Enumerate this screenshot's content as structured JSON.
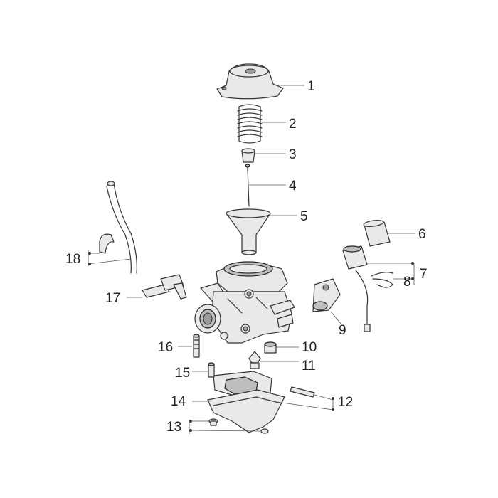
{
  "callouts": [
    {
      "id": "1",
      "text": "1"
    },
    {
      "id": "2",
      "text": "2"
    },
    {
      "id": "3",
      "text": "3"
    },
    {
      "id": "4",
      "text": "4"
    },
    {
      "id": "5",
      "text": "5"
    },
    {
      "id": "6",
      "text": "6"
    },
    {
      "id": "7",
      "text": "7"
    },
    {
      "id": "8",
      "text": "8"
    },
    {
      "id": "9",
      "text": "9"
    },
    {
      "id": "10",
      "text": "10"
    },
    {
      "id": "11",
      "text": "11"
    },
    {
      "id": "12",
      "text": "12"
    },
    {
      "id": "13",
      "text": "13"
    },
    {
      "id": "14",
      "text": "14"
    },
    {
      "id": "15",
      "text": "15"
    },
    {
      "id": "16",
      "text": "16"
    },
    {
      "id": "17",
      "text": "17"
    },
    {
      "id": "18",
      "text": "18"
    }
  ],
  "colors": {
    "line": "#333333",
    "part_fill": "#e9e9e9",
    "label": "#222222"
  }
}
